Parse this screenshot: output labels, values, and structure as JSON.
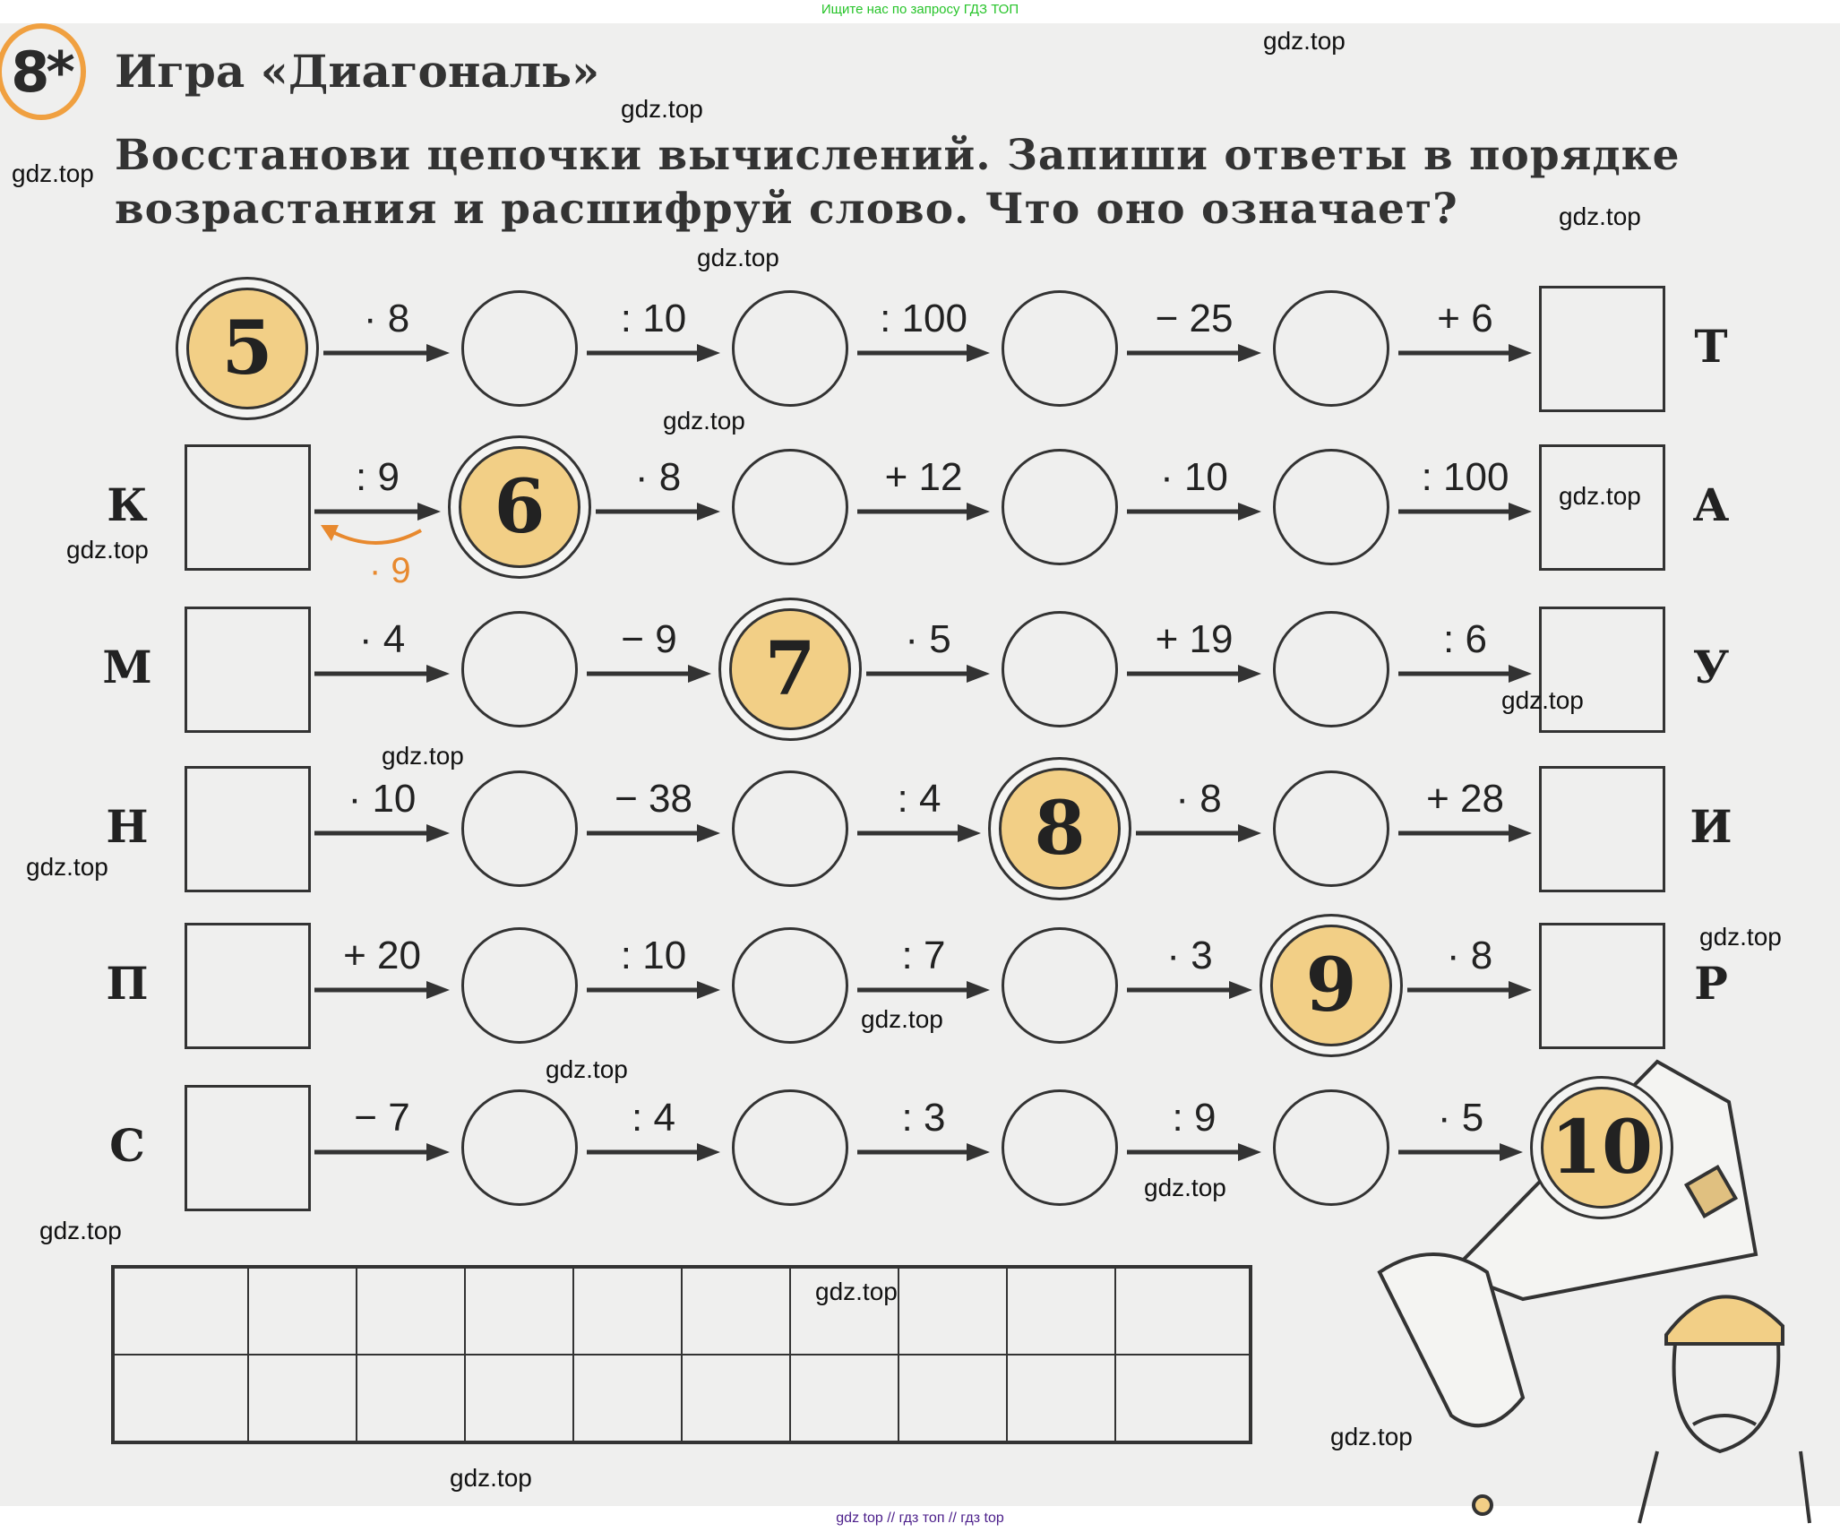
{
  "top_note": "Ищите нас по запросу ГДЗ ТОП",
  "footer": "gdz top // гдз топ // гдз top",
  "task": {
    "number": "8*",
    "title": "Игра «Диагональ»",
    "instruction_line1": "Восстанови цепочки вычислений. Запиши ответы в порядке",
    "instruction_line2": "возрастания и расшифруй слово. Что оно означает?"
  },
  "rows": [
    {
      "left_letter": "",
      "right_letter": "Т",
      "start": "5",
      "highlight_col": 0,
      "ops": [
        "· 8",
        ": 10",
        ": 100",
        "− 25",
        "+ 6"
      ]
    },
    {
      "left_letter": "К",
      "right_letter": "А",
      "start": "6",
      "highlight_col": 1,
      "ops": [
        ": 9",
        "· 8",
        "+ 12",
        "· 10",
        ": 100"
      ]
    },
    {
      "left_letter": "М",
      "right_letter": "У",
      "start": "7",
      "highlight_col": 2,
      "ops": [
        "· 4",
        "− 9",
        "· 5",
        "+ 19",
        ": 6"
      ]
    },
    {
      "left_letter": "Н",
      "right_letter": "И",
      "start": "8",
      "highlight_col": 3,
      "ops": [
        "· 10",
        "− 38",
        ": 4",
        "· 8",
        "+ 28"
      ]
    },
    {
      "left_letter": "П",
      "right_letter": "Р",
      "start": "9",
      "highlight_col": 4,
      "ops": [
        "+ 20",
        ": 10",
        ": 7",
        "· 3",
        "· 8"
      ]
    },
    {
      "left_letter": "С",
      "right_letter": "",
      "start": "10",
      "highlight_col": 5,
      "ops": [
        "− 7",
        ": 4",
        ": 3",
        ": 9",
        "· 5"
      ]
    }
  ],
  "hint_label": "· 9",
  "answer_grid": {
    "columns": 10,
    "rows": 2
  },
  "watermark": "gdz.top",
  "colors": {
    "highlight": "#f2cf86",
    "hint": "#e8892e",
    "badge_ring": "#f0a040"
  }
}
